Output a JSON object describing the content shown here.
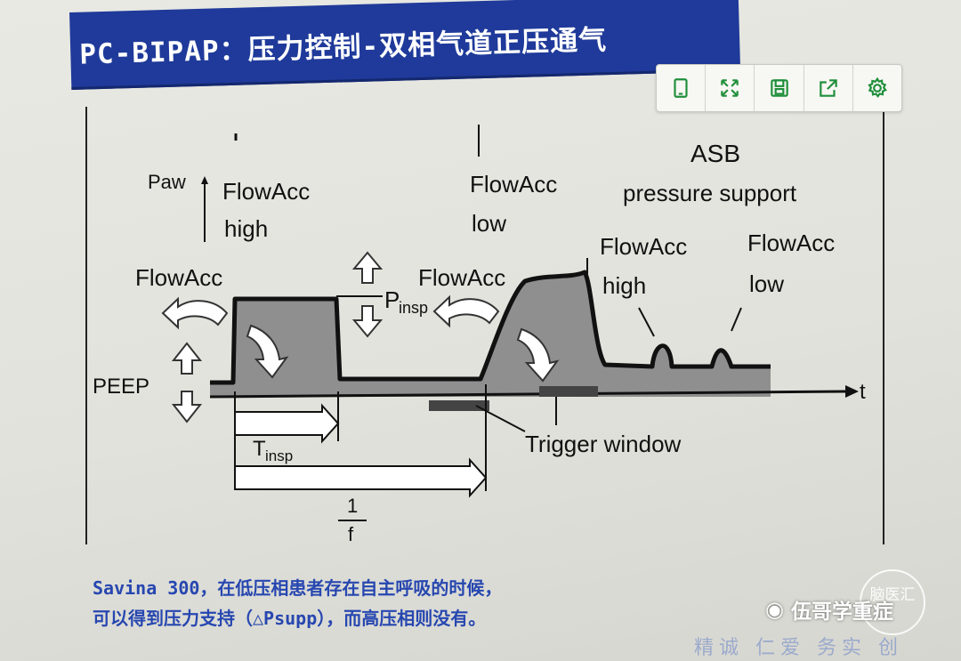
{
  "title": "PC-BIPAP：压力控制-双相气道正压通气",
  "toolbar": {
    "buttons": [
      {
        "name": "tablet-view",
        "icon": "tablet-icon"
      },
      {
        "name": "fullscreen",
        "icon": "expand-icon"
      },
      {
        "name": "save",
        "icon": "save-icon"
      },
      {
        "name": "share",
        "icon": "share-icon"
      },
      {
        "name": "settings",
        "icon": "gear-icon"
      }
    ],
    "accent_color": "#1f8f3a"
  },
  "diagram": {
    "labels": {
      "paw": "Paw",
      "flowacc_high_1a": "FlowAcc",
      "flowacc_high_1b": "high",
      "flowacc_left": "FlowAcc",
      "peep": "PEEP",
      "pinsp": "P",
      "pinsp_sub": "insp",
      "flowacc_mid": "FlowAcc",
      "flowacc_low_top_a": "FlowAcc",
      "flowacc_low_top_b": "low",
      "asb": "ASB",
      "pressure_support": "pressure support",
      "flowacc_high_2a": "FlowAcc",
      "flowacc_high_2b": "high",
      "flowacc_low_2a": "FlowAcc",
      "flowacc_low_2b": "low",
      "t_axis": "t",
      "tinsp": "T",
      "tinsp_sub": "insp",
      "trigger_window": "Trigger window",
      "freq_num": "1",
      "freq_den": "f"
    }
  },
  "caption": {
    "line1": "Savina 300，在低压相患者存在自主呼吸的时候，",
    "line2": "可以得到压力支持（△Psupp），而高压相则没有。"
  },
  "watermark": {
    "circle_text": "脑医汇",
    "account": "伍哥学重症",
    "stamp": "精诚 仁爱 务实 创"
  },
  "colors": {
    "title_bg": "#1f3a9a",
    "caption": "#2747b0",
    "fill_gray": "#8e8e8e"
  }
}
